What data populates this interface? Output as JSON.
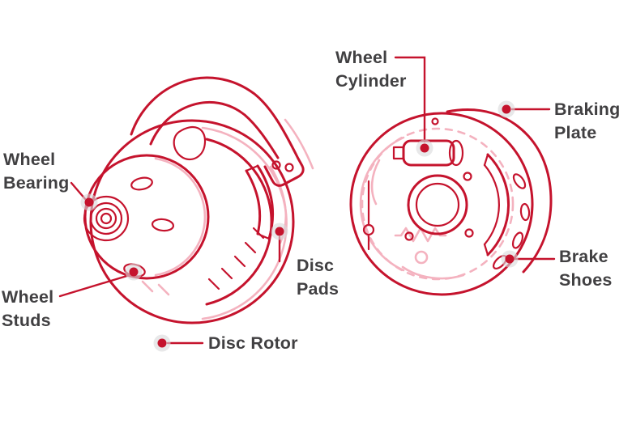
{
  "diagram": {
    "colors": {
      "primary": "#C5132D",
      "secondary": "#F4B2BF",
      "label_text": "#414042",
      "marker_halo": "#D8D9DB",
      "background": "#FFFFFF"
    },
    "labels": {
      "wheel_bearing": {
        "line1": "Wheel",
        "line2": "Bearing"
      },
      "wheel_studs": {
        "line1": "Wheel",
        "line2": "Studs"
      },
      "disc_rotor": {
        "line1": "Disc Rotor"
      },
      "disc_pads": {
        "line1": "Disc",
        "line2": "Pads"
      },
      "wheel_cylinder": {
        "line1": "Wheel",
        "line2": "Cylinder"
      },
      "braking_plate": {
        "line1": "Braking",
        "line2": "Plate"
      },
      "brake_shoes": {
        "line1": "Brake",
        "line2": "Shoes"
      }
    }
  }
}
